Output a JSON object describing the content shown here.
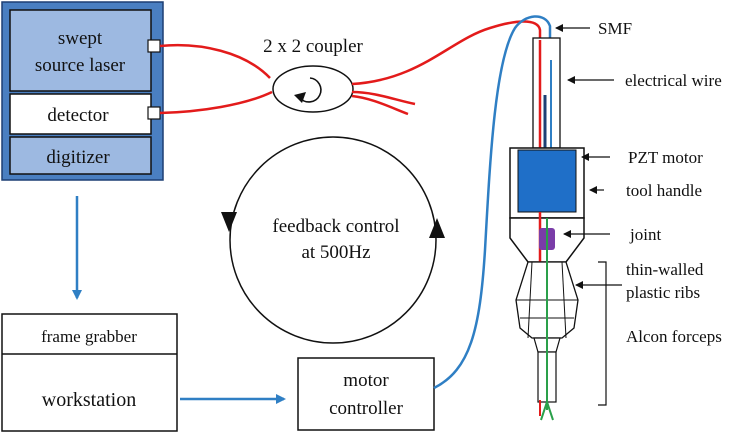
{
  "system_box": {
    "laser_label_line1": "swept",
    "laser_label_line2": "source laser",
    "detector_label": "detector",
    "digitizer_label": "digitizer",
    "fill_color": "#4a7fc1",
    "panel_color": "#9db9e1"
  },
  "coupler_label": "2 x 2 coupler",
  "feedback": {
    "line1": "feedback control",
    "line2": "at 500Hz"
  },
  "workstation_box": {
    "frame_grabber_label": "frame grabber",
    "workstation_label": "workstation"
  },
  "motor_controller": {
    "line1": "motor",
    "line2": "controller"
  },
  "tool_labels": {
    "smf": "SMF",
    "electrical_wire": "electrical wire",
    "pzt_motor": "PZT motor",
    "tool_handle": "tool handle",
    "joint": "joint",
    "ribs_line1": "thin-walled",
    "ribs_line2": "plastic ribs",
    "forceps": "Alcon forceps"
  },
  "colors": {
    "fiber": "#e31b1b",
    "wire": "#2f7fc4",
    "flow_arrow": "#2f7fc4",
    "motor": "#1f6fc8",
    "joint": "#7a3da8",
    "forceps_green": "#2aa04a"
  }
}
